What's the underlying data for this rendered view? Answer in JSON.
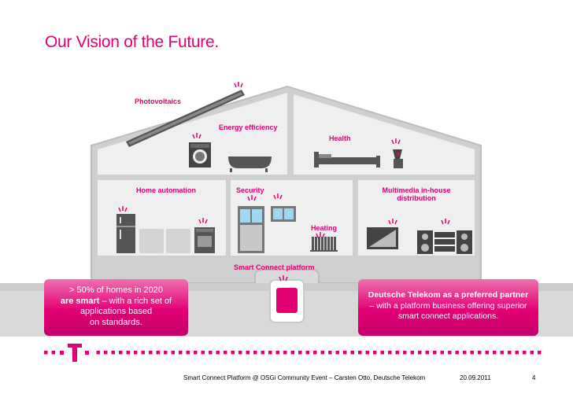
{
  "title": "Our Vision of the Future.",
  "labels": {
    "photovoltaics": "Photovoltaics",
    "energy_efficiency": "Energy efficiency",
    "health": "Health",
    "home_automation": "Home automation",
    "security": "Security",
    "multimedia": "Multimedia in-house distribution",
    "heating": "Heating",
    "smart_connect": "Smart Connect platform"
  },
  "callout_left": {
    "line1": "> 50% of homes in 2020",
    "line2_bold": "are smart",
    "line2_rest": " – with a rich set of",
    "line3": "applications based",
    "line4": "on standards."
  },
  "callout_right": {
    "heading": "Deutsche Telekom as a preferred partner",
    "line2": "– with a platform business offering superior",
    "line3": "smart connect applications."
  },
  "footer": {
    "text": "Smart Connect Platform @ OSGi Community Event – Carsten Otto, Deutsche Telekom",
    "date": "20.09.2011",
    "page": "4"
  },
  "colors": {
    "magenta": "#e20074",
    "house_gray": "#c6c6c6",
    "room_gray": "#eeeeee"
  }
}
